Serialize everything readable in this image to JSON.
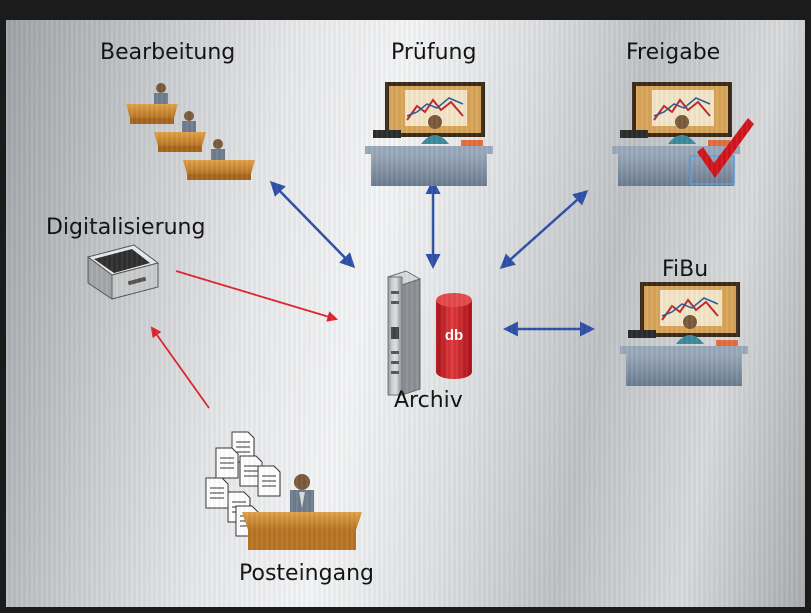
{
  "nodes": {
    "bearbeitung": "Bearbeitung",
    "pruefung": "Prüfung",
    "freigabe": "Freigabe",
    "digitalisierung": "Digitalisierung",
    "fibu": "FiBu",
    "archiv": "Archiv",
    "posteingang": "Posteingang"
  },
  "db_label": "db",
  "colors": {
    "blue_arrow": "#2d4fa8",
    "red_arrow": "#e0242a",
    "checkmark": "#d3141c",
    "database": "#d72a2a"
  }
}
